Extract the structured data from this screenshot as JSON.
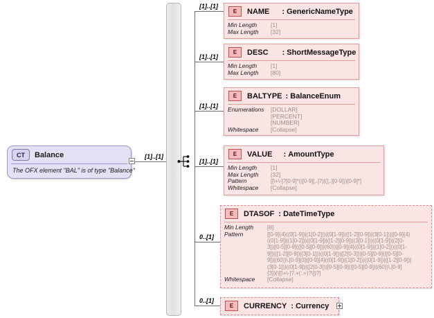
{
  "diagram": {
    "root": {
      "badge": "CT",
      "title": "Balance",
      "description": "The OFX element \"BAL\" is of type \"Balance\""
    },
    "compositor": "sequence",
    "elements": [
      {
        "badge": "E",
        "name": "NAME",
        "separator": ":",
        "type": "GenericNameType",
        "cardinality": "[1]..[1]",
        "optional": false,
        "expandable": false,
        "facets": [
          {
            "key": "Min Length",
            "values": [
              "[1]"
            ]
          },
          {
            "key": "Max Length",
            "values": [
              "[32]"
            ]
          }
        ]
      },
      {
        "badge": "E",
        "name": "DESC",
        "separator": ":",
        "type": "ShortMessageType",
        "cardinality": "[1]..[1]",
        "optional": false,
        "expandable": false,
        "facets": [
          {
            "key": "Min Length",
            "values": [
              "[1]"
            ]
          },
          {
            "key": "Max Length",
            "values": [
              "[80]"
            ]
          }
        ]
      },
      {
        "badge": "E",
        "name": "BALTYPE",
        "separator": ":",
        "type": "BalanceEnum",
        "cardinality": "[1]..[1]",
        "optional": false,
        "expandable": false,
        "facets": [
          {
            "key": "Enumerations",
            "values": [
              "[DOLLAR]",
              "[PERCENT]",
              "[NUMBER]"
            ]
          },
          {
            "key": "Whitespace",
            "values": [
              "[Collapse]"
            ]
          }
        ]
      },
      {
        "badge": "E",
        "name": "VALUE",
        "separator": ":",
        "type": "AmountType",
        "cardinality": "[1]..[1]",
        "optional": false,
        "expandable": false,
        "facets": [
          {
            "key": "Min Length",
            "values": [
              "[1]"
            ]
          },
          {
            "key": "Max Length",
            "values": [
              "[32]"
            ]
          },
          {
            "key": "Pattern",
            "values": [
              "[[\\+\\-]?[0-9]*(([0-9][,.]?)|([,.][0-9]))[0-9]*]"
            ]
          },
          {
            "key": "Whitespace",
            "values": [
              "[Collapse]"
            ]
          }
        ]
      },
      {
        "badge": "E",
        "name": "DTASOF",
        "separator": ":",
        "type": "DateTimeType",
        "cardinality": "0..[1]",
        "optional": true,
        "expandable": false,
        "facets": [
          {
            "key": "Min Length",
            "values": [
              "[8]"
            ]
          },
          {
            "key": "Pattern",
            "values": [
              "[[0-9]{4}((0[1-9])|(1[0-2]))((0[1-9])|([1-2][0-9])|(3[0-1]))|[0-9]{4}",
              "((0[1-9])|(1[0-2]))((0[1-9])|([1-2][0-9])|(3[0-1]))((0[1-9])|(2[0-",
              "3])|[0-5][0-9](([0-5][0-9])|(60))|[0-9]{4}((0[1-9])|(1[0-2]))((0[1-",
              "9])|([1-2][0-9])|(3[0-1]))((0[1-9])|([2[0-3]))[0-5][0-9](([0-5][0-",
              "9])|(60))\\.[0-9]{3}|[0-9]{4}((0[1-9])|(1[0-2]))((0[1-9])|([1-2][0-9])|",
              "(3[0-1]))((0[1-9])|([2[0-3]))[0-5][0-9](([0-5][0-9])|(60))\\.[0-9]",
              "{3})(\\[[\\+\\-]?.+(:.+)?\\])?]"
            ]
          },
          {
            "key": "Whitespace",
            "values": [
              "[Collapse]"
            ]
          }
        ]
      },
      {
        "badge": "E",
        "name": "CURRENCY",
        "separator": ":",
        "type": "Currency",
        "cardinality": "0..[1]",
        "optional": true,
        "expandable": true,
        "facets": []
      }
    ]
  },
  "colors": {
    "element_fill": "#fbe4e4",
    "element_border": "#e49b9b",
    "complex_type_fill": "#e3e2f4",
    "complex_type_border": "#9a98c8",
    "facet_value": "#a08a8a",
    "connector": "#6e6e6e"
  }
}
